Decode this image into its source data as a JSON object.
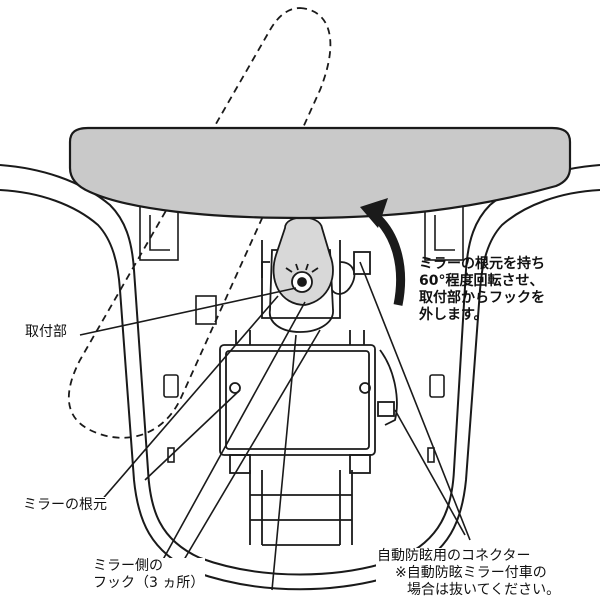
{
  "callout_instruction": {
    "lines": [
      "ミラーの根元を持ち",
      "60°程度回転させ、",
      "取付部からフックを",
      "外します。"
    ]
  },
  "label_mount": "取付部",
  "label_mirror_base": "ミラーの根元",
  "label_hooks": {
    "lines": [
      "ミラー側の",
      "フック（3 ヵ所）"
    ]
  },
  "label_connector": {
    "lines": [
      "自動防眩用のコネクター",
      "※自動防眩ミラー付車の",
      "場合は抜いてください。"
    ]
  },
  "colors": {
    "mirror_fill": "#c9c9c9",
    "line": "#1a1a1a",
    "background": "#ffffff"
  }
}
